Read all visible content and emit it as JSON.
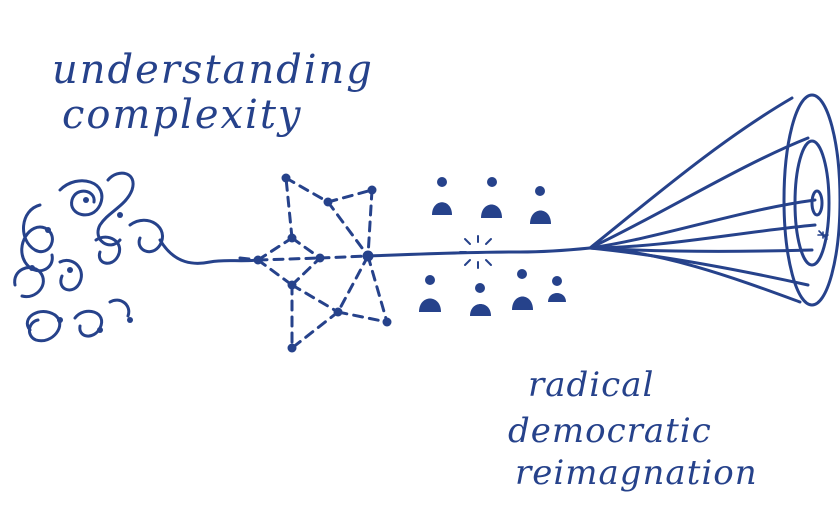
{
  "theme": {
    "ink": "#26428b",
    "background": "#ffffff"
  },
  "title": {
    "line1": "understanding",
    "line2": "complexity"
  },
  "outcome": {
    "line1": "radical",
    "line2": "democratic",
    "line3": "reimagnation"
  },
  "stages": [
    {
      "name": "tangled-mess",
      "depicts": "scribble"
    },
    {
      "name": "network",
      "depicts": "node graph"
    },
    {
      "name": "people",
      "depicts": "person-icons"
    },
    {
      "name": "spark",
      "depicts": "spark"
    },
    {
      "name": "cone",
      "depicts": "expanding cone"
    }
  ]
}
